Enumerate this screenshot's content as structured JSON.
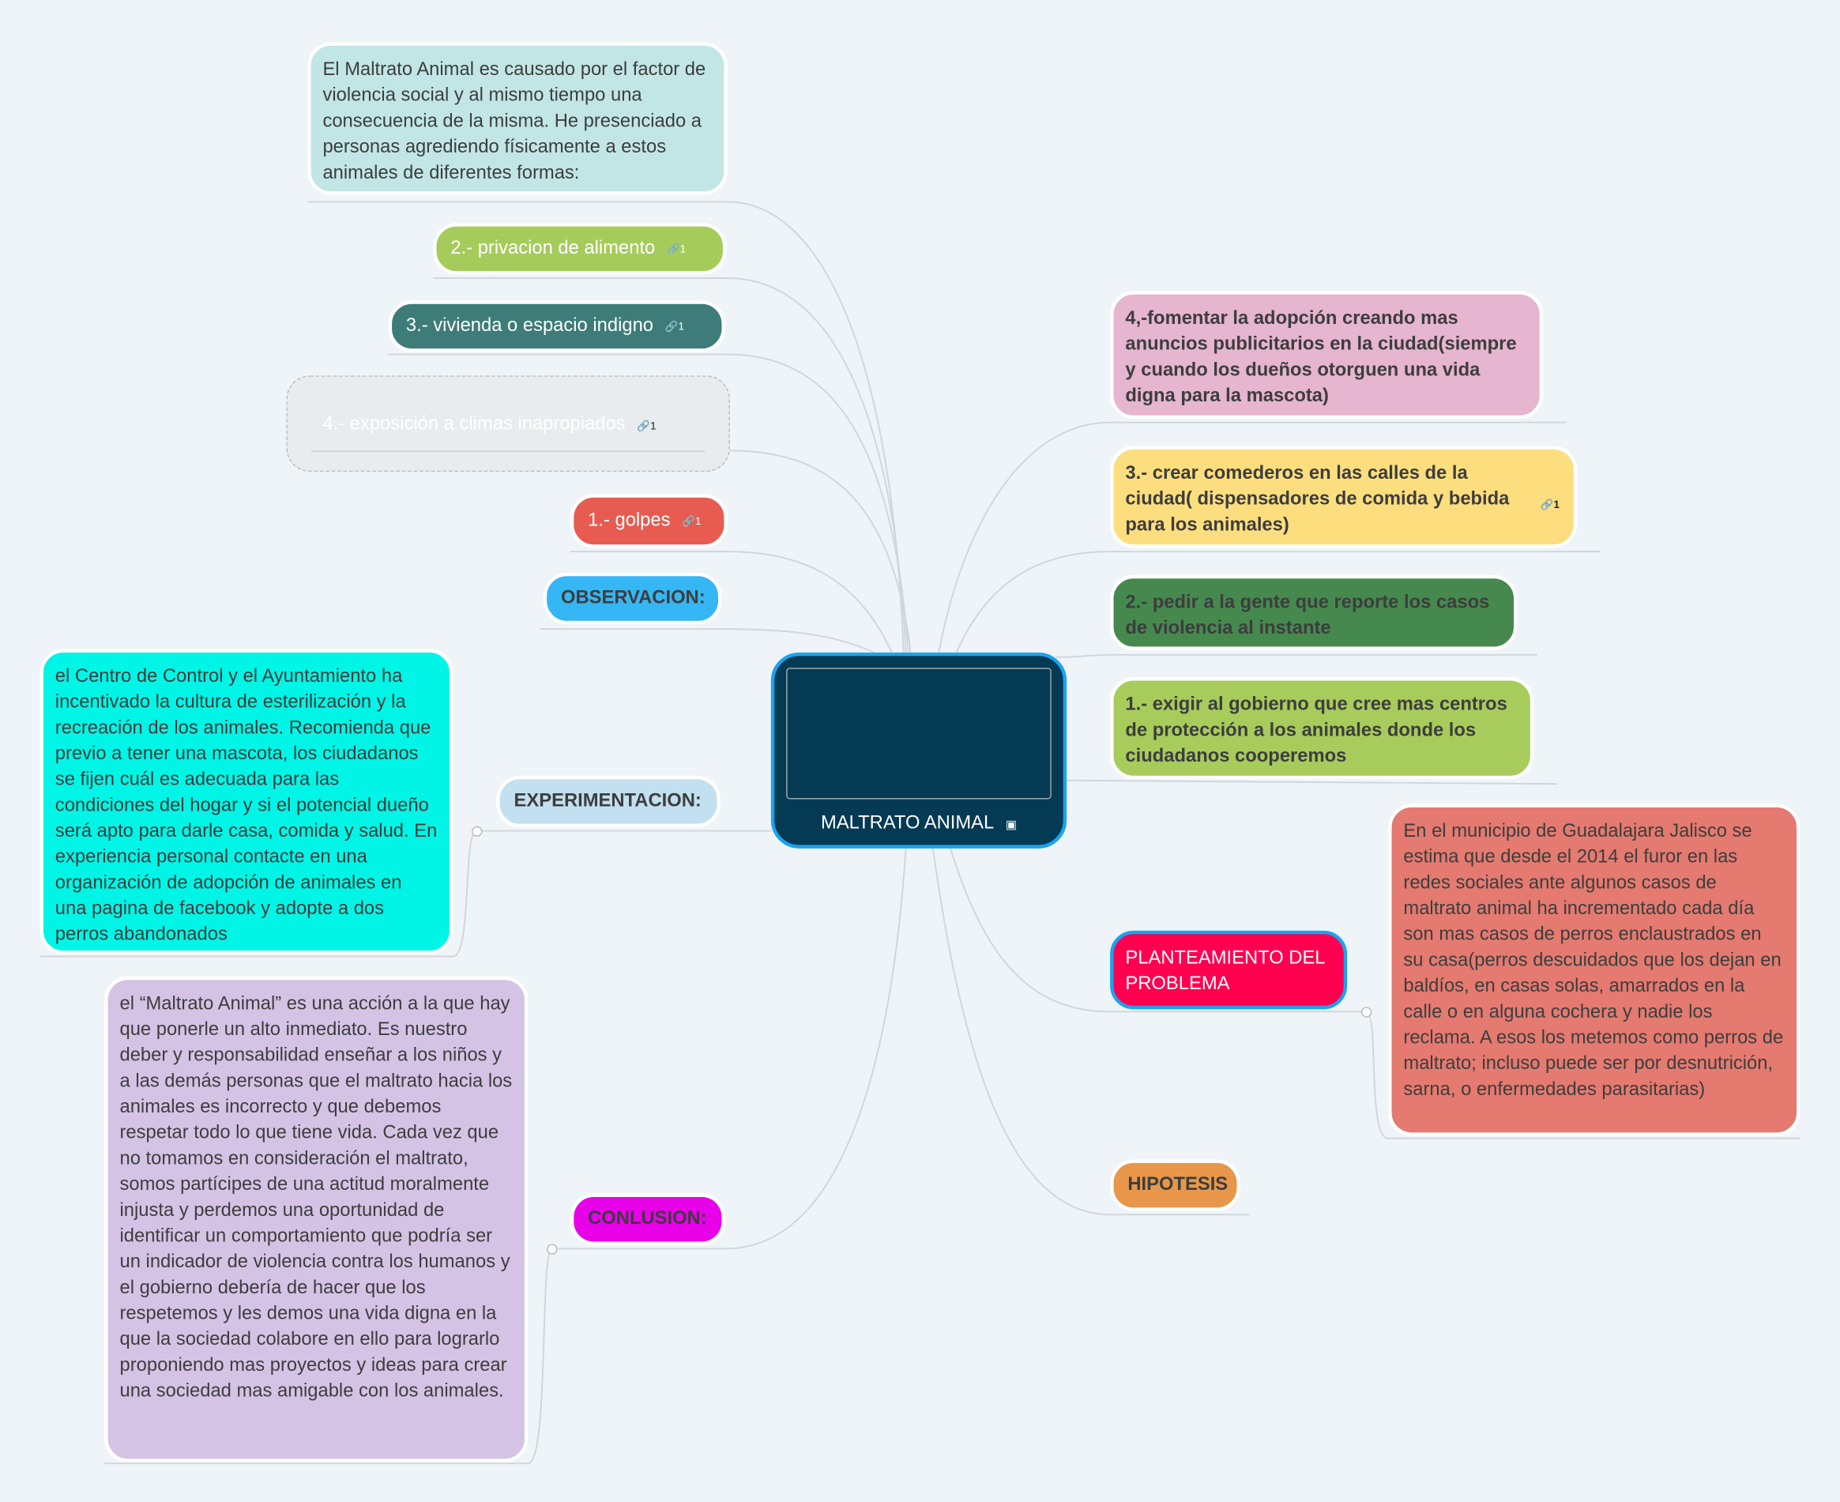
{
  "central": {
    "title": "MALTRATO ANIMAL",
    "icon": "image-icon"
  },
  "left": {
    "intro": "El Maltrato Animal es causado por el factor de violencia social y al mismo tiempo una consecuencia de la misma. He presenciado a personas agrediendo físicamente a estos animales de diferentes formas:",
    "items": [
      {
        "label": "2.- privacion de alimento",
        "links": "1"
      },
      {
        "label": "3.- vivienda o espacio indigno",
        "links": "1"
      },
      {
        "label": "4.- exposición a climas inapropiados",
        "links": "1"
      },
      {
        "label": "1.- golpes",
        "links": "1"
      }
    ],
    "observacion": "OBSERVACION:",
    "experimentacion": "EXPERIMENTACION:",
    "experimentacion_text": "el Centro de Control y el Ayuntamiento ha incentivado la cultura de esterilización y la recreación de los animales.  Recomienda que previo a tener una mascota, los ciudadanos se fijen cuál es adecuada para las condiciones del hogar y si el potencial dueño será apto para darle casa, comida y salud. En experiencia personal contacte en una organización de adopción de animales en una pagina de facebook y adopte a dos perros abandonados",
    "conclusion": "CONLUSION:",
    "conclusion_text": "el “Maltrato Animal” es una acción a la que hay que ponerle un alto inmediato. Es nuestro deber y responsabilidad enseñar a los niños y a las demás personas que el maltrato hacia los animales es incorrecto y que debemos respetar todo lo que tiene vida. Cada vez que no tomamos en consideración el maltrato, somos partícipes de una actitud moralmente injusta y perdemos una oportunidad de identificar un comportamiento que podría ser un indicador de violencia contra los humanos y el gobierno debería de hacer que los respetemos y les demos una vida digna en la que la sociedad colabore en ello para lograrlo proponiendo mas proyectos y ideas para crear una sociedad mas amigable con los animales."
  },
  "right": {
    "items": [
      {
        "label": "4,-fomentar la adopción creando mas anuncios publicitarios en la ciudad(siempre y cuando los dueños otorguen una vida digna para la mascota)"
      },
      {
        "label": "3.- crear comederos en las calles de la ciudad( dispensadores de comida y bebida para los animales)",
        "links": "1"
      },
      {
        "label": "2.- pedir a la gente que reporte los casos de violencia al instante"
      },
      {
        "label": "1.- exigir al gobierno que cree mas centros de protección a los animales donde los ciudadanos cooperemos"
      }
    ],
    "planteamiento": "PLANTEAMIENTO DEL PROBLEMA",
    "planteamiento_text": "En el municipio de Guadalajara Jalisco se estima que desde el 2014 el furor en las redes sociales ante algunos casos de maltrato animal ha incrementado cada día son mas casos de perros enclaustrados en su casa(perros descuidados que los dejan en baldíos, en casas solas, amarrados en la calle o en alguna cochera y nadie los reclama. A esos los metemos como perros de maltrato; incluso puede ser por desnutrición, sarna, o enfermedades parasitarias)",
    "hipotesis": "HIPOTESIS"
  },
  "colors": {
    "central": "#053a54",
    "accent": "#1aa3f0"
  }
}
